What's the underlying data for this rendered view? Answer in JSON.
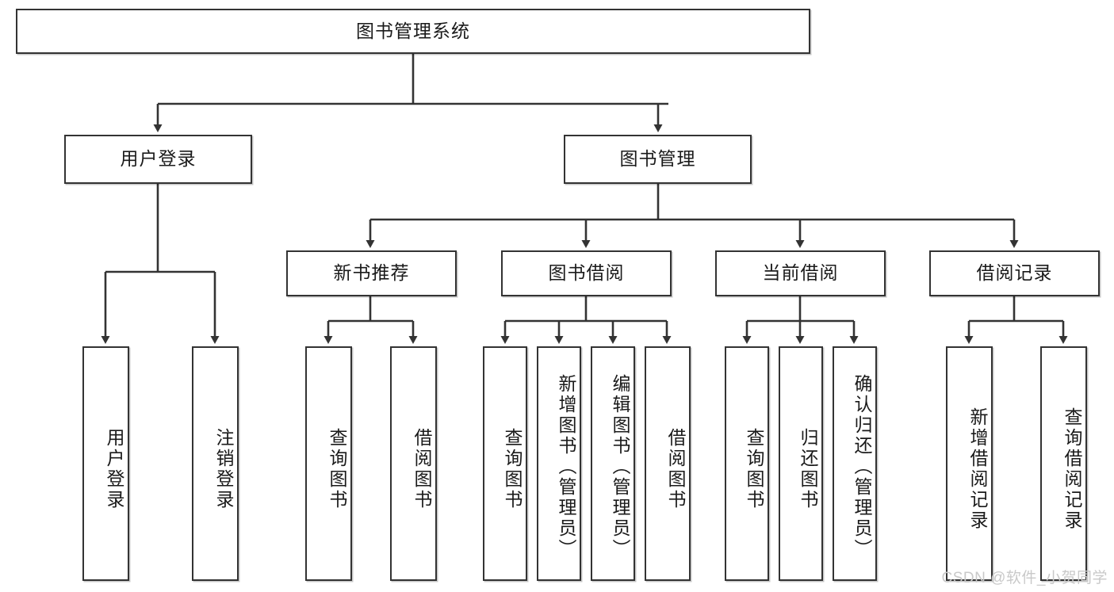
{
  "diagram": {
    "title": "图书管理系统",
    "watermark": "CSDN @软件_小贺同学",
    "line_color": "#333333",
    "box_fill": "#ffffff",
    "text_color": "#1a1a1a",
    "root": {
      "label": "图书管理系统"
    },
    "level2": [
      {
        "label": "用户登录"
      },
      {
        "label": "图书管理"
      }
    ],
    "level3": [
      {
        "label": "新书推荐"
      },
      {
        "label": "图书借阅"
      },
      {
        "label": "当前借阅"
      },
      {
        "label": "借阅记录"
      }
    ],
    "leaves": {
      "user_login": [
        {
          "label": "用户登录"
        },
        {
          "label": "注销登录"
        }
      ],
      "new_book_recommend": [
        {
          "label": "查询图书"
        },
        {
          "label": "借阅图书"
        }
      ],
      "book_borrow": [
        {
          "label": "查询图书"
        },
        {
          "label": "新增图书（管理员）"
        },
        {
          "label": "编辑图书（管理员）"
        },
        {
          "label": "借阅图书"
        }
      ],
      "current_borrow": [
        {
          "label": "查询图书"
        },
        {
          "label": "归还图书"
        },
        {
          "label": "确认归还（管理员）"
        }
      ],
      "borrow_records": [
        {
          "label": "新增借阅记录"
        },
        {
          "label": "查询借阅记录"
        }
      ]
    }
  }
}
